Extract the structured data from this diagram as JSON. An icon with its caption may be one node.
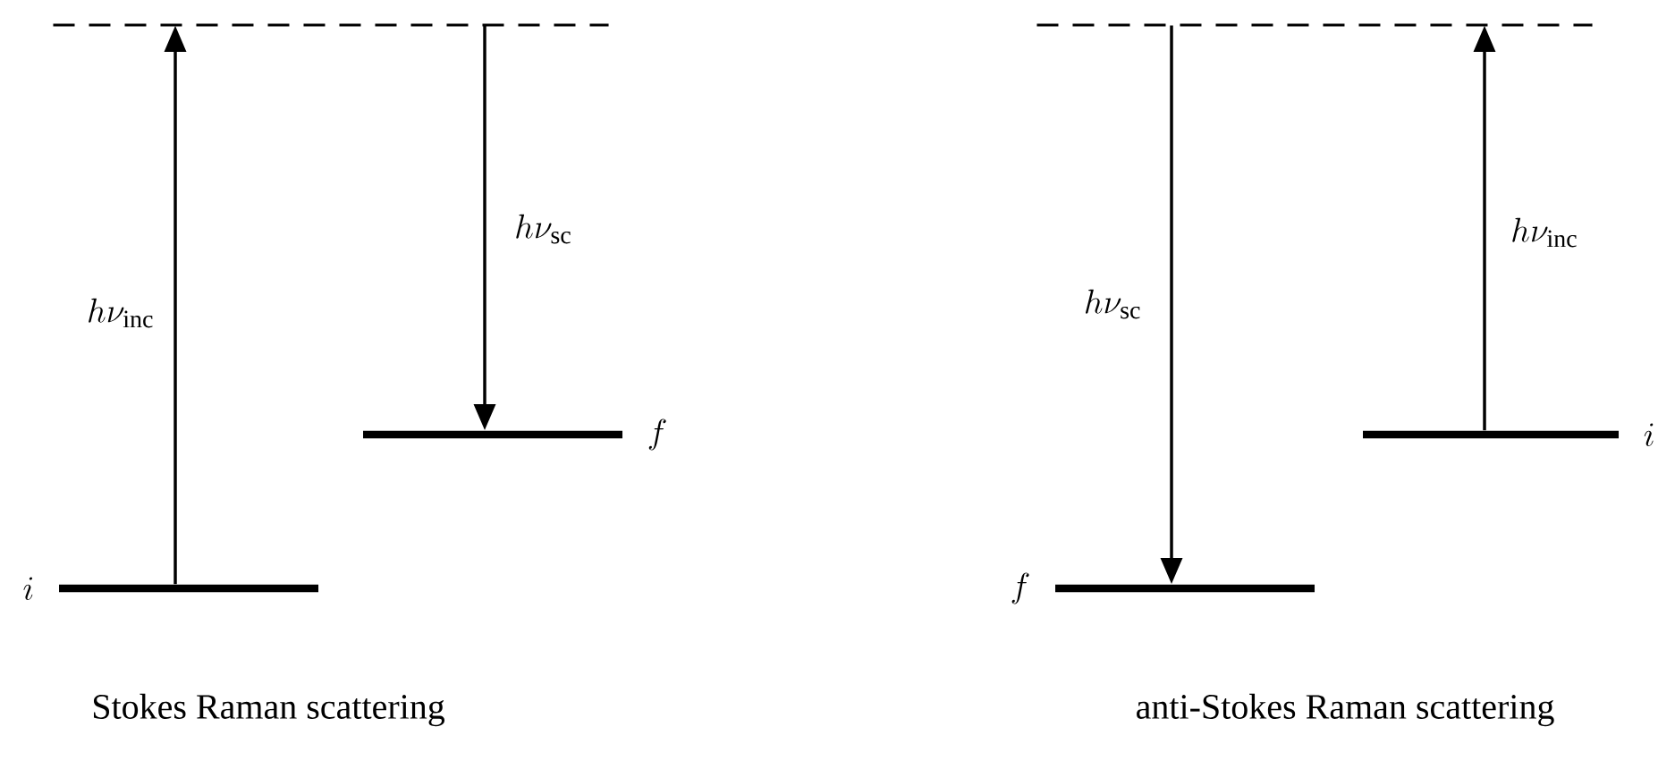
{
  "diagram": {
    "nodes": [
      {
        "text": [],
        "shape": "line"
      },
      {
        "text": [],
        "shape": "bar",
        "beside": [
          "i"
        ]
      },
      {
        "text": [],
        "shape": "bar",
        "beside": [
          "f"
        ]
      },
      {
        "text": [],
        "shape": "line"
      },
      {
        "text": [],
        "shape": "bar",
        "beside": [
          "f"
        ]
      },
      {
        "text": [],
        "shape": "bar",
        "beside": [
          "i"
        ]
      }
    ],
    "edges": [
      {
        "from": 1,
        "to": 0,
        "arrow": "to",
        "label": "h\\nu_{\\mathrm{inc}}"
      },
      {
        "from": 0,
        "to": 2,
        "arrow": "to",
        "label": "h\\nu_{\\mathrm{sc}}"
      },
      {
        "from": 3,
        "to": 4,
        "arrow": "to",
        "label": "h\\nu_{\\mathrm{sc}}"
      },
      {
        "from": 5,
        "to": 3,
        "arrow": "to",
        "label": "h\\nu_{\\mathrm{inc}}"
      }
    ],
    "labels": [
      "Stokes Raman scattering",
      "anti-Stokes Raman scattering"
    ]
  }
}
